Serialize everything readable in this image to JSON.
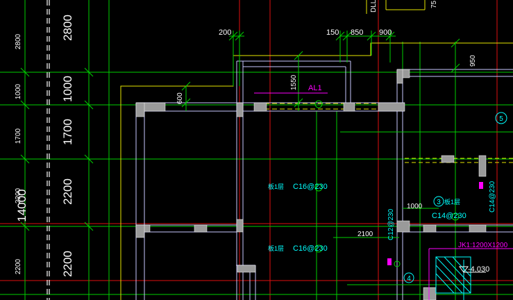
{
  "colors": {
    "background": "#000000",
    "grid_red": "#e01010",
    "grid_green": "#00d000",
    "dim_white": "#ffffff",
    "wall_fill": "#9a9a9a",
    "wall_line": "#c8c8ff",
    "yellow": "#e6e600",
    "cyan": "#00ffff",
    "magenta": "#ff00ff"
  },
  "left_dims_small": [
    "2800",
    "1000",
    "1700",
    "2200",
    "2200"
  ],
  "left_dims_large": [
    "2800",
    "1000",
    "1700",
    "2200",
    "2200"
  ],
  "total_dim": "14000",
  "top_dims": [
    "200",
    "150",
    "850",
    "900"
  ],
  "top_right_labels": [
    "DLL",
    "75"
  ],
  "vertical_dims": [
    "600",
    "1550",
    "950"
  ],
  "opening_label": "AL1",
  "slab_labels": [
    {
      "tag": "板1层",
      "rebar": "C16@230"
    },
    {
      "tag": "板1层",
      "rebar": "C16@230"
    }
  ],
  "right_rebar": {
    "tag": "板1层",
    "rebar": "C14@230"
  },
  "side_rebar": [
    "C14@230",
    "C12@230"
  ],
  "mid_dims": [
    "1000",
    "2100"
  ],
  "axis_bubbles": [
    "5",
    "3",
    "4"
  ],
  "pit_label": "JK1:1200X1200",
  "elevation": "-4.030"
}
